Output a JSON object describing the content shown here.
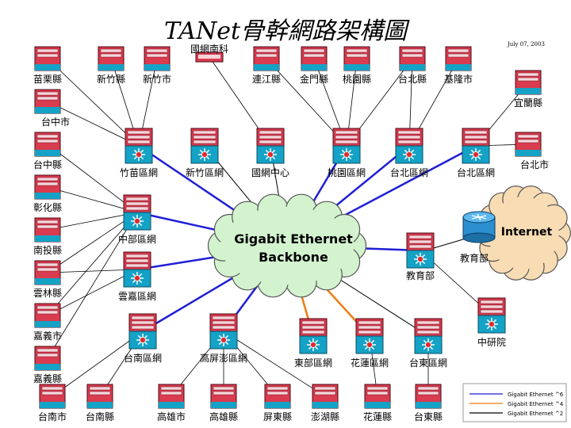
{
  "title": "TANet骨幹網路架構圖",
  "date": "July 07, 2003",
  "backbone": {
    "line1": "Gigabit Ethernet",
    "line2": "Backbone"
  },
  "internet": "Internet",
  "colors": {
    "blue": "#1f1fd6",
    "orange": "#f07b12",
    "thin": "#000000",
    "cloud_backbone": "#d3f3cf",
    "cloud_internet": "#f8dcb4"
  },
  "hubs": [
    {
      "id": "zhumiao",
      "label": "竹苗區網"
    },
    {
      "id": "hsinchu",
      "label": "新竹區網"
    },
    {
      "id": "center",
      "label": "國網中心"
    },
    {
      "id": "taoyuan",
      "label": "桃園區網"
    },
    {
      "id": "taipei1",
      "label": "台北區網"
    },
    {
      "id": "taipei2",
      "label": "台北區網"
    },
    {
      "id": "zhongbu",
      "label": "中部區網"
    },
    {
      "id": "yunjia",
      "label": "雲嘉區網"
    },
    {
      "id": "tainan",
      "label": "台南區網"
    },
    {
      "id": "gaoping",
      "label": "高屏澎區網"
    },
    {
      "id": "dongbu",
      "label": "東部區網"
    },
    {
      "id": "hualien",
      "label": "花蓮區網"
    },
    {
      "id": "taitung",
      "label": "台東區網"
    },
    {
      "id": "moe",
      "label": "教育部"
    },
    {
      "id": "sinica",
      "label": "中研院"
    }
  ],
  "leaves": [
    {
      "id": "miaoli",
      "label": "苗栗縣"
    },
    {
      "id": "hsinchu_c",
      "label": "新竹縣"
    },
    {
      "id": "hsinchu_s",
      "label": "新竹市"
    },
    {
      "id": "nsc",
      "label": "國網南科"
    },
    {
      "id": "lianjiang",
      "label": "連江縣"
    },
    {
      "id": "kinmen",
      "label": "金門縣"
    },
    {
      "id": "taoyuan_c",
      "label": "桃園縣"
    },
    {
      "id": "taipei_c",
      "label": "台北縣"
    },
    {
      "id": "keelung",
      "label": "基隆市"
    },
    {
      "id": "yilan",
      "label": "宜蘭縣"
    },
    {
      "id": "taipei_s",
      "label": "台北市"
    },
    {
      "id": "taichung_s",
      "label": "台中市"
    },
    {
      "id": "taichung_c",
      "label": "台中縣"
    },
    {
      "id": "changhua",
      "label": "彰化縣"
    },
    {
      "id": "nantou",
      "label": "南投縣"
    },
    {
      "id": "yunlin",
      "label": "雲林縣"
    },
    {
      "id": "chiayi_s",
      "label": "嘉義市"
    },
    {
      "id": "chiayi_c",
      "label": "嘉義縣"
    },
    {
      "id": "tainan_s",
      "label": "台南市"
    },
    {
      "id": "tainan_c",
      "label": "台南縣"
    },
    {
      "id": "kaohsiung_s",
      "label": "高雄市"
    },
    {
      "id": "kaohsiung_c",
      "label": "高雄縣"
    },
    {
      "id": "pingtung",
      "label": "屏東縣"
    },
    {
      "id": "penghu",
      "label": "澎湖縣"
    },
    {
      "id": "hualien_c",
      "label": "花蓮縣"
    },
    {
      "id": "taitung_c",
      "label": "台東縣"
    }
  ],
  "moe_router": "教育部",
  "legend": [
    {
      "label": "Gigabit Ethernet ^6",
      "color": "#1f1fd6"
    },
    {
      "label": "Gigabit Ethernet ^4",
      "color": "#f07b12"
    },
    {
      "label": "Gigabit Ethernet ^2",
      "color": "#000000"
    }
  ]
}
